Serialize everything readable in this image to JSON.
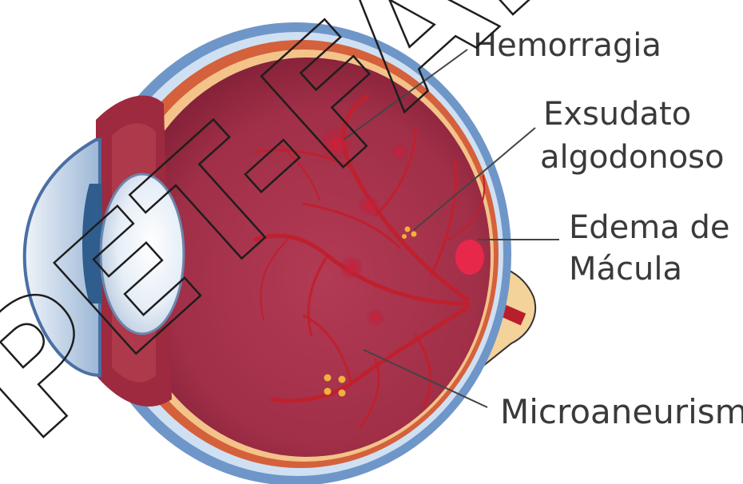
{
  "labels": {
    "hemorragia": "Hemorragia",
    "exsudato_line1": "Exsudato",
    "exsudato_line2": "algodonoso",
    "edema_line1": "Edema de",
    "edema_line2": "Mácula",
    "microaneurisma": "Microaneurisma"
  },
  "watermark": "PET-FARM",
  "colors": {
    "sclera_outer": "#6f96c8",
    "sclera_inner": "#cfe0f2",
    "choroid": "#c0392b",
    "retina_bg": "#a8324a",
    "vessel": "#c0202e",
    "macula": "#e8284a",
    "exudate": "#f2b13a",
    "optic_nerve_sheath": "#f3d39a",
    "text": "#3a3a3a"
  }
}
